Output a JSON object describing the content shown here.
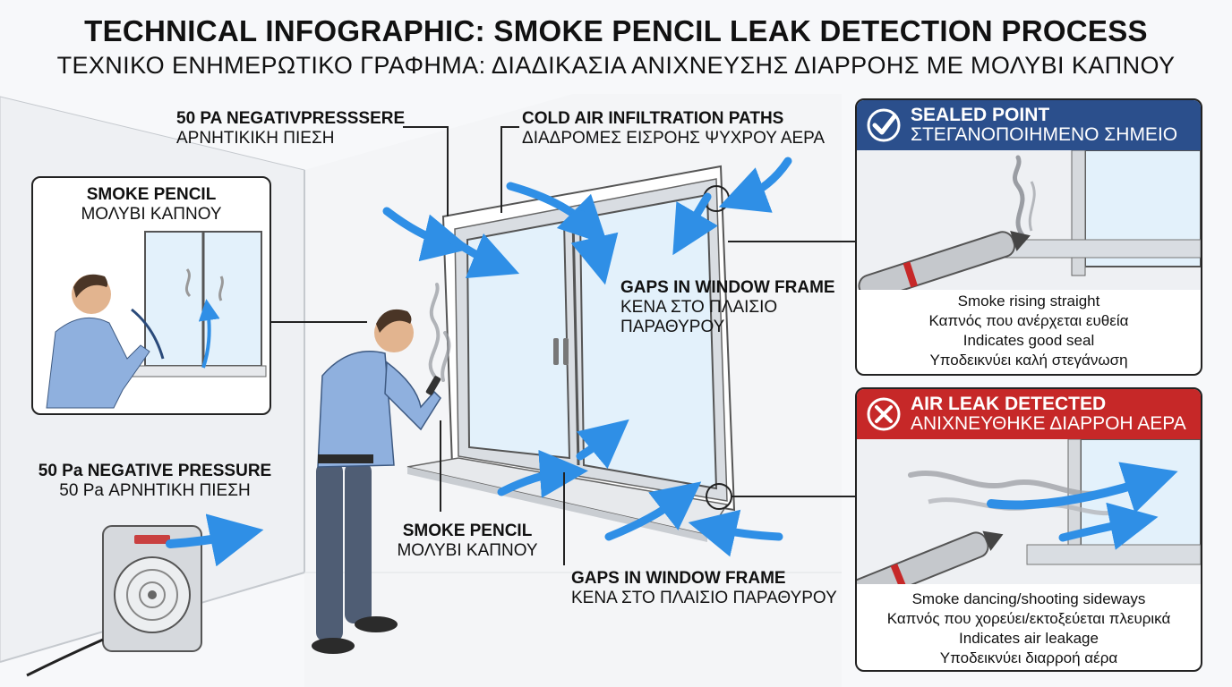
{
  "header": {
    "title_en": "TECHNICAL INFOGRAPHIC: SMOKE PENCIL LEAK DETECTION PROCESS",
    "title_el": "ΤΕΧΝΙΚΟ ΕΝΗΜΕΡΩΤΙΚΟ ΓΡΑΦΗΜΑ: ΔΙΑΔΙΚΑΣΙΑ ΑΝΙΧΝΕΥΣΗΣ ΔΙΑΡΡΟΗΣ ΜΕ ΜΟΛΥΒΙ ΚΑΠΝΟΥ"
  },
  "labels": {
    "pressure_top_en": "50 PA NEGATIVPRESSSERE",
    "pressure_top_el": "ΑΡΝΗΤΙΚΙΚΗ ΠΙΕΣΗ",
    "infiltration_en": "COLD AIR INFILTRATION PATHS",
    "infiltration_el": "ΔΙΑΔΡΟΜΕΣ ΕΙΣΡΟΗΣ ΨΥΧΡΟΥ ΑΕΡΑ",
    "inset_smoke_en": "SMOKE PENCIL",
    "inset_smoke_el": "ΜΟΛΥΒΙ ΚΑΠΝΟΥ",
    "gaps_mid_en": "GAPS IN WINDOW FRAME",
    "gaps_mid_el_1": "ΚΕΝΑ ΣΤΟ ΠΛΑΙΣΙΟ",
    "gaps_mid_el_2": "ΠΑΡΑΘΥΡΟΥ",
    "fan_en": "50 Pa NEGATIVE PRESSURE",
    "fan_el": "50 Pa ΑΡΝΗΤΙΚΗ ΠΙΕΣΗ",
    "smoke_bottom_en": "SMOKE PENCIL",
    "smoke_bottom_el": "ΜΟΛΥΒΙ ΚΑΠΝΟΥ",
    "gaps_bottom_en": "GAPS IN WINDOW FRAME",
    "gaps_bottom_el": "ΚΕΝΑ ΣΤΟ ΠΛΑΙΣΙΟ ΠΑΡΑΘΥΡΟΥ"
  },
  "sealed_panel": {
    "title_en": "SEALED POINT",
    "title_el": "ΣΤΕΓΑΝΟΠΟΙΗΜΕΝΟ ΣΗΜΕΙΟ",
    "header_color": "#2b4f8c",
    "icon": "checkmark-icon",
    "caption_1": "Smoke rising straight",
    "caption_2": "Καπνός που ανέρχεται ευθεία",
    "caption_3": "Indicates good seal",
    "caption_4": "Υποδεικνύει καλή στεγάνωση"
  },
  "leak_panel": {
    "title_en": "AIR LEAK DETECTED",
    "title_el": "ΑΝΙΧΝΕΥΘΗΚΕ ΔΙΑΡΡΟΗ ΑΕΡΑ",
    "header_color": "#c62828",
    "icon": "x-mark-icon",
    "caption_1": "Smoke dancing/shooting sideways",
    "caption_2": "Καπνός που χορεύει/εκτοξεύεται πλευρικά",
    "caption_3": "Indicates air leakage",
    "caption_4": "Υποδεικνύει διαρροή αέρα"
  },
  "colors": {
    "airflow_blue": "#2f8fe6",
    "shirt_blue": "#8fb0de",
    "pants": "#4f5d74",
    "glass": "#e3f1fb"
  }
}
